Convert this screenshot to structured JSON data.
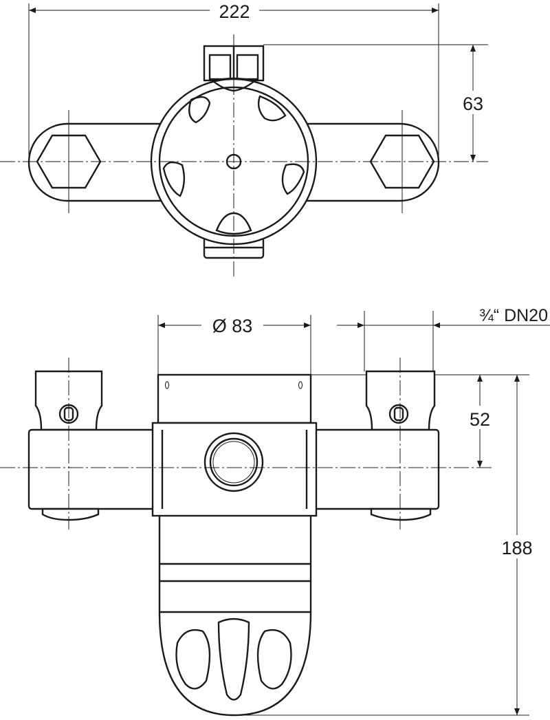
{
  "drawing": {
    "top_view": {
      "width_dimension": "222",
      "height_dimension": "63"
    },
    "front_view": {
      "diameter_dimension": "Ø 83",
      "connection_dimension": "¾“ DN20",
      "upper_height_dimension": "52",
      "total_height_dimension": "188"
    }
  }
}
